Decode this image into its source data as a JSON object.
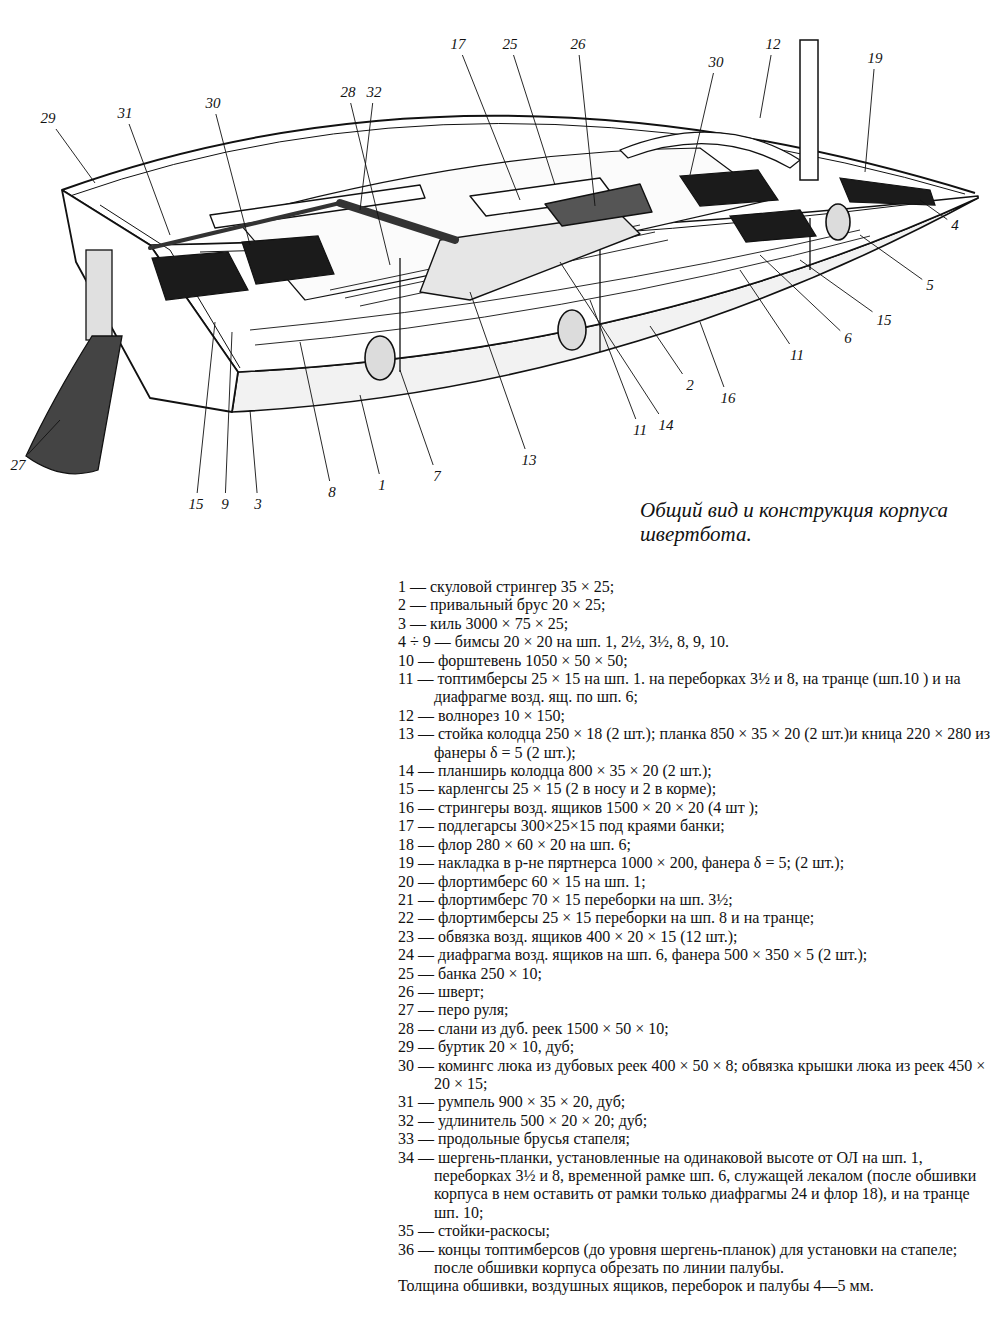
{
  "diagram": {
    "caption": "Общий вид и конструкция корпуса швертбота.",
    "labels": [
      "29",
      "31",
      "30",
      "28",
      "32",
      "17",
      "25",
      "26",
      "30",
      "12",
      "19",
      "4",
      "5",
      "15",
      "6",
      "11",
      "16",
      "2",
      "14",
      "11",
      "13",
      "7",
      "1",
      "8",
      "3",
      "9",
      "15",
      "27",
      "1 — скуловой стрингер 35 × 25;",
      "2 — привальный брус 20 × 25;",
      "3 — киль 3000 × 75 × 25;",
      "4 ÷ 9 — бимсы 20 × 20 на шп. 1, 2½, 3½, 8, 9, 10.",
      "10 — форштевень 1050 × 50 × 50;",
      "11 — топтимберсы 25 × 15 на шп. 1. на переборках 3½ и 8, на транце (шп.10 ) и на диафрагме возд. ящ. по шп. 6;",
      "12 — волнорез 10 × 150;",
      "13 — стойка колодца 250 × 18 (2 шт.); планка 850 × 35 × 20 (2 шт.)и кница 220 × 280 из фанеры δ = 5 (2 шт.);",
      "14 — планширь колодца 800 × 35 × 20 (2 шт.);",
      "15 — карленгсы 25 × 15 (2 в носу и 2 в корме);",
      "16 — стрингеры возд. ящиков 1500 × 20 × 20 (4 шт );",
      "17 — подлегарсы 300×25×15 под краями банки;",
      "18 — флор 280 × 60 × 20 на шп. 6;",
      "19 — накладка в р-не пяртнерса 1000 × 200, фанера δ = 5; (2 шт.);",
      "20 — флортимберс 60 × 15 на шп. 1;",
      "21 — флортимберс 70 × 15 переборки на шп. 3½;",
      "22 — флортимберсы 25 × 15 переборки на шп. 8 и на транце;",
      "23 — обвязка возд. ящиков 400 × 20 × 15 (12 шт.);",
      "24 — диафрагма возд. ящиков на шп. 6, фанера 500 × 350 × 5 (2 шт.);",
      "25 — банка 250 × 10;",
      "26 — шверт;",
      "27 — перо руля;",
      "28 — слани из дуб. реек 1500 × 50 × 10;",
      "29 — буртик 20 × 10, дуб;",
      "30 — комингс люка из дубовых реек 400 × 50 × 8; обвязка крышки люка из реек 450 × 20 × 15;",
      "31 — румпель 900 × 35 × 20, дуб;",
      "32 — удлинитель 500 × 20 × 20; дуб;",
      "33 — продольные брусья стапеля;",
      "34 — шергень-планки, установленные на одинаковой высоте от ОЛ на шп. 1, переборках 3½ и 8, временной рамке шп. 6, служащей лекалом (после обшивки корпуса в нем оставить от рамки только диафрагмы 24 и флор 18), и на транце шп. 10;",
      "35 — стойки-раскосы;",
      "36 — концы топтимберсов (до уровня шергень-планок) для установки на стапеле; после обшивки корпуса обрезать по линии палубы.",
      "Толщина обшивки, воздушных ящиков, переборок и палубы 4—5 мм."
    ]
  }
}
